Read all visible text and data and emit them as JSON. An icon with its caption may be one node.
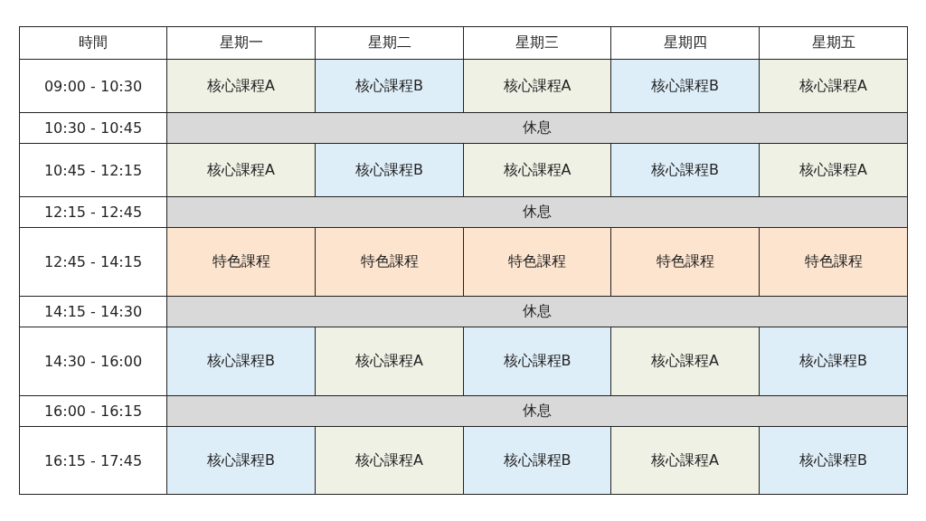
{
  "diagram": {
    "labels": [
      "時間",
      "星期一",
      "星期二",
      "星期三",
      "星期四",
      "星期五",
      "09:00 - 10:30",
      "核心課程A",
      "核心課程B",
      "核心課程A",
      "核心課程B",
      "核心課程A",
      "10:30 - 10:45",
      "休息",
      "10:45 - 12:15",
      "核心課程A",
      "核心課程B",
      "核心課程A",
      "核心課程B",
      "核心課程A",
      "12:15 - 12:45",
      "休息",
      "12:45 - 14:15",
      "特色課程",
      "特色課程",
      "特色課程",
      "特色課程",
      "特色課程",
      "14:15 - 14:30",
      "休息",
      "14:30 - 16:00",
      "核心課程B",
      "核心課程A",
      "核心課程B",
      "核心課程A",
      "核心課程B",
      "16:00 - 16:15",
      "休息",
      "16:15 - 17:45",
      "核心課程B",
      "核心課程A",
      "核心課程B",
      "核心課程A",
      "核心課程B"
    ]
  }
}
